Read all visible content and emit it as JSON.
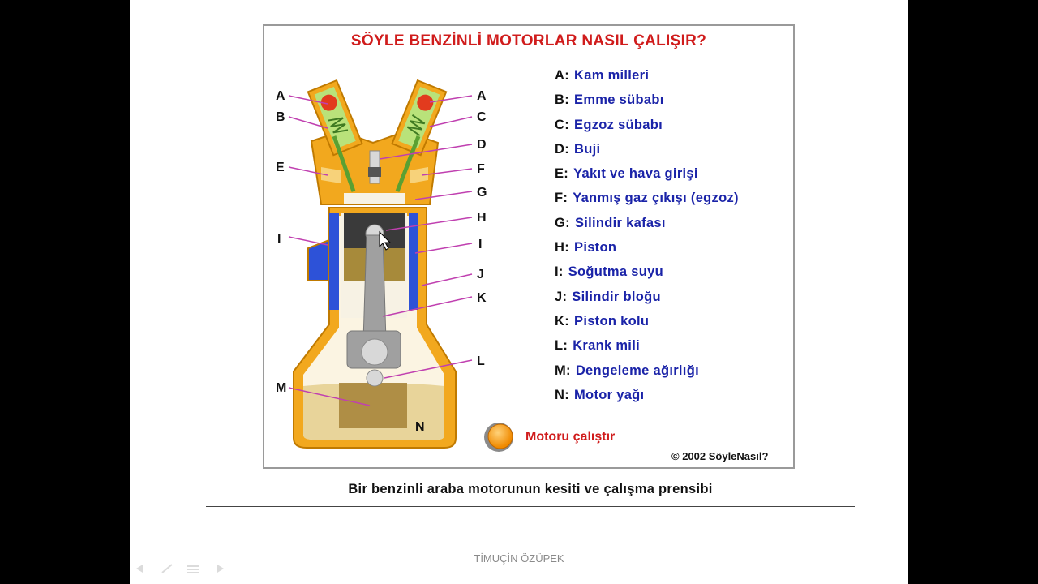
{
  "title": "SÖYLE BENZİNLİ MOTORLAR NASIL ÇALIŞIR?",
  "legend": [
    {
      "key": "A:",
      "label": "Kam milleri"
    },
    {
      "key": "B:",
      "label": "Emme sübabı"
    },
    {
      "key": "C:",
      "label": "Egzoz sübabı"
    },
    {
      "key": "D:",
      "label": "Buji"
    },
    {
      "key": "E:",
      "label": "Yakıt ve hava girişi"
    },
    {
      "key": "F:",
      "label": "Yanmış gaz çıkışı (egzoz)"
    },
    {
      "key": "G:",
      "label": "Silindir kafası"
    },
    {
      "key": "H:",
      "label": "Piston"
    },
    {
      "key": "I:",
      "label": "Soğutma suyu"
    },
    {
      "key": "J:",
      "label": "Silindir bloğu"
    },
    {
      "key": "K:",
      "label": "Piston kolu"
    },
    {
      "key": "L:",
      "label": "Krank mili"
    },
    {
      "key": "M:",
      "label": "Dengeleme ağırlığı"
    },
    {
      "key": "N:",
      "label": "Motor yağı"
    }
  ],
  "diagram_labels": {
    "a_left": "A",
    "b": "B",
    "e": "E",
    "i_left": "I",
    "m": "M",
    "a_right": "A",
    "c": "C",
    "d": "D",
    "f": "F",
    "g": "G",
    "h": "H",
    "i_right": "I",
    "j": "J",
    "k": "K",
    "l": "L",
    "n": "N"
  },
  "start_button": "Motoru çalıştır",
  "copyright": "© 2002 SöyleNasıl?",
  "caption": "Bir benzinli araba motorunun kesiti ve çalışma prensibi",
  "author": "TİMUÇİN ÖZÜPEK",
  "colors": {
    "title_red": "#d01c1c",
    "legend_blue": "#1a23a8",
    "engine_gold": "#f2a81e",
    "coolant_blue": "#2d52d8",
    "oil_tan": "#e8d49a",
    "label_line": "#c040b0"
  }
}
